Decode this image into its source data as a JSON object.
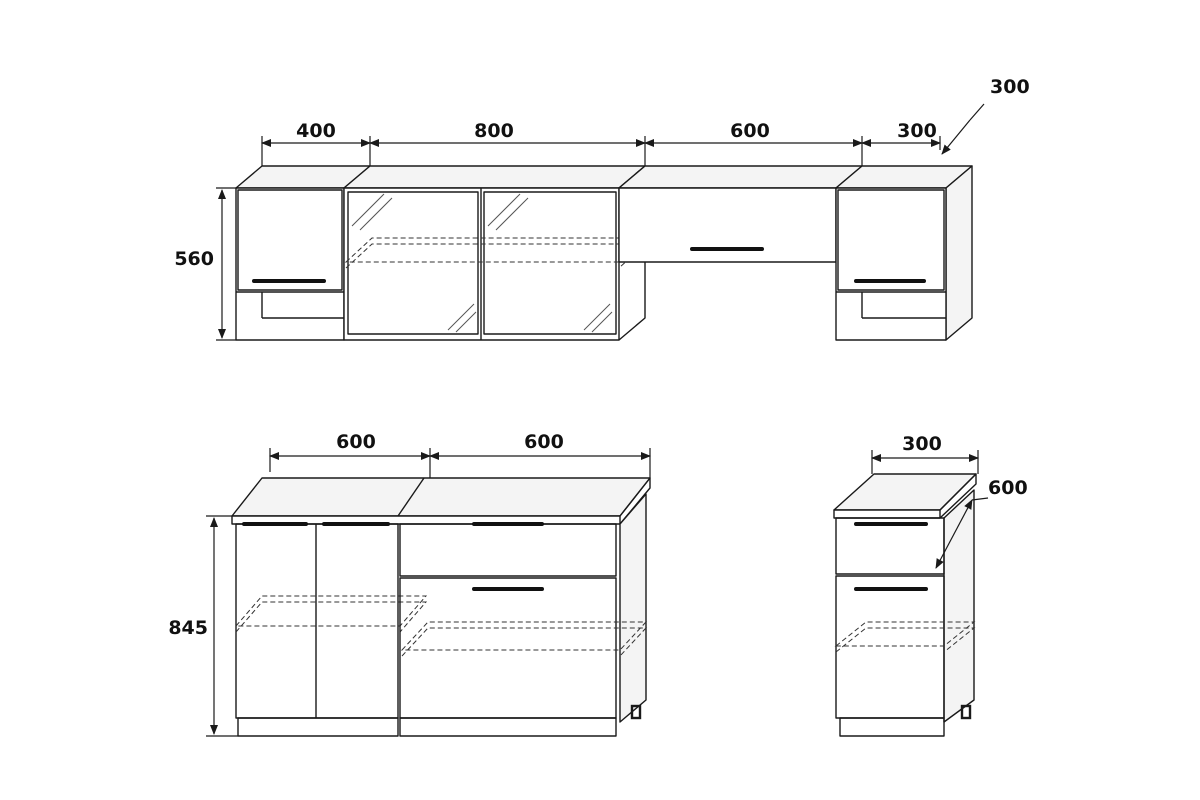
{
  "upper_row": {
    "widths": [
      "400",
      "800",
      "600",
      "300"
    ],
    "depth": "300",
    "height": "560"
  },
  "lower_row": {
    "widths": [
      "600",
      "600"
    ],
    "height": "845"
  },
  "side_unit": {
    "width": "300",
    "depth": "600"
  },
  "colors": {
    "line": "#1a1a1a",
    "background": "#ffffff"
  }
}
